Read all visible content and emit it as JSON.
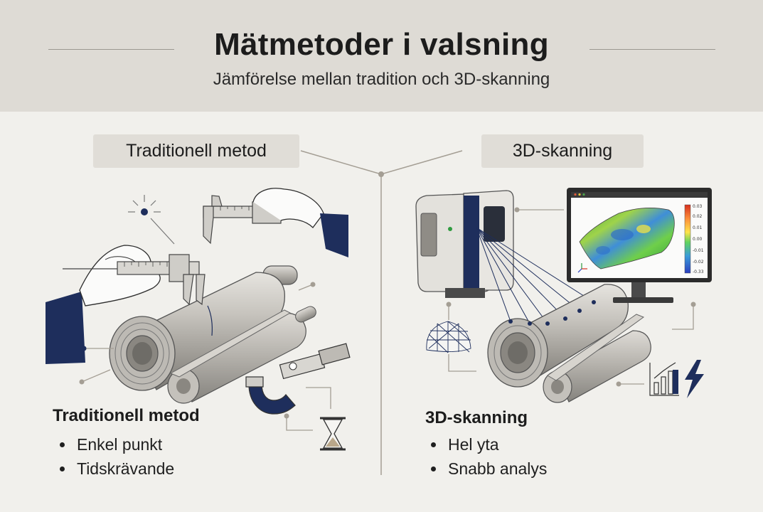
{
  "header": {
    "title": "Mätmetoder i valsning",
    "subtitle": "Jämförelse mellan tradition och 3D-skanning"
  },
  "left": {
    "pill_label": "Traditionell metod",
    "list_title": "Traditionell metod",
    "items": [
      "Enkel punkt",
      "Tidskrävande"
    ],
    "icons": [
      "sun-icon",
      "caliper-icon",
      "hand-icon",
      "roll-icon",
      "micrometer-icon",
      "hourglass-icon"
    ]
  },
  "right": {
    "pill_label": "3D-skanning",
    "list_title": "3D-skanning",
    "items": [
      "Hel yta",
      "Snabb analys"
    ],
    "icons": [
      "laser-scanner-icon",
      "monitor-icon",
      "mesh-icon",
      "roll-icon",
      "bar-chart-icon",
      "lightning-icon"
    ],
    "colorbar_ticks": [
      "0.03",
      "0.02",
      "0.01",
      "0.00",
      "-0.01",
      "-0.02",
      "-0.33"
    ]
  },
  "colors": {
    "navy": "#1e2e5c",
    "header_bg": "#dedbd5",
    "page_bg": "#f1f0ec",
    "connector": "#a49e94"
  }
}
